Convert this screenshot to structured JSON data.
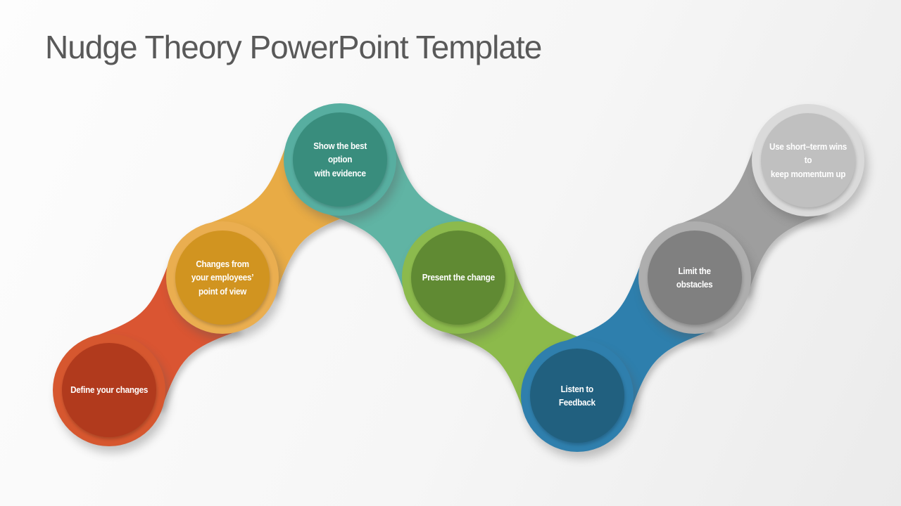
{
  "slide": {
    "title": "Nudge Theory PowerPoint Template",
    "title_color": "#595959",
    "background": {
      "top_left": "#FDFDFD",
      "middle": "#F6F6F6",
      "bottom_right": "#EBEBEB"
    }
  },
  "diagram": {
    "name": "nudge-theory-wave-process",
    "steps": [
      {
        "id": 1,
        "label": "Define your changes",
        "ring_color": "#D6572F",
        "fill_color": "#B13A1D",
        "connector_color": "#DA5532"
      },
      {
        "id": 2,
        "label": "Changes from\nyour employees’\npoint of view",
        "ring_color": "#EAAE50",
        "fill_color": "#D19420",
        "connector_color": "#E8AB45"
      },
      {
        "id": 3,
        "label": "Show the best\noption\nwith evidence",
        "ring_color": "#57AEA0",
        "fill_color": "#398D7D",
        "connector_color": "#61B4A4"
      },
      {
        "id": 4,
        "label": "Present the change",
        "ring_color": "#8CBA4D",
        "fill_color": "#608A33",
        "connector_color": "#8CBA4B"
      },
      {
        "id": 5,
        "label": "Listen to\nFeedback",
        "ring_color": "#2F7FAD",
        "fill_color": "#21607F",
        "connector_color": "#2F7FAD"
      },
      {
        "id": 6,
        "label": "Limit the\nobstacles",
        "ring_color": "#AEAEAE",
        "fill_color": "#808080",
        "connector_color": "#9E9E9E"
      },
      {
        "id": 7,
        "label": "Use short–term wins to\nkeep momentum up",
        "ring_color": "#DADADA",
        "fill_color": "#C0C0C0",
        "connector_color": ""
      }
    ]
  }
}
